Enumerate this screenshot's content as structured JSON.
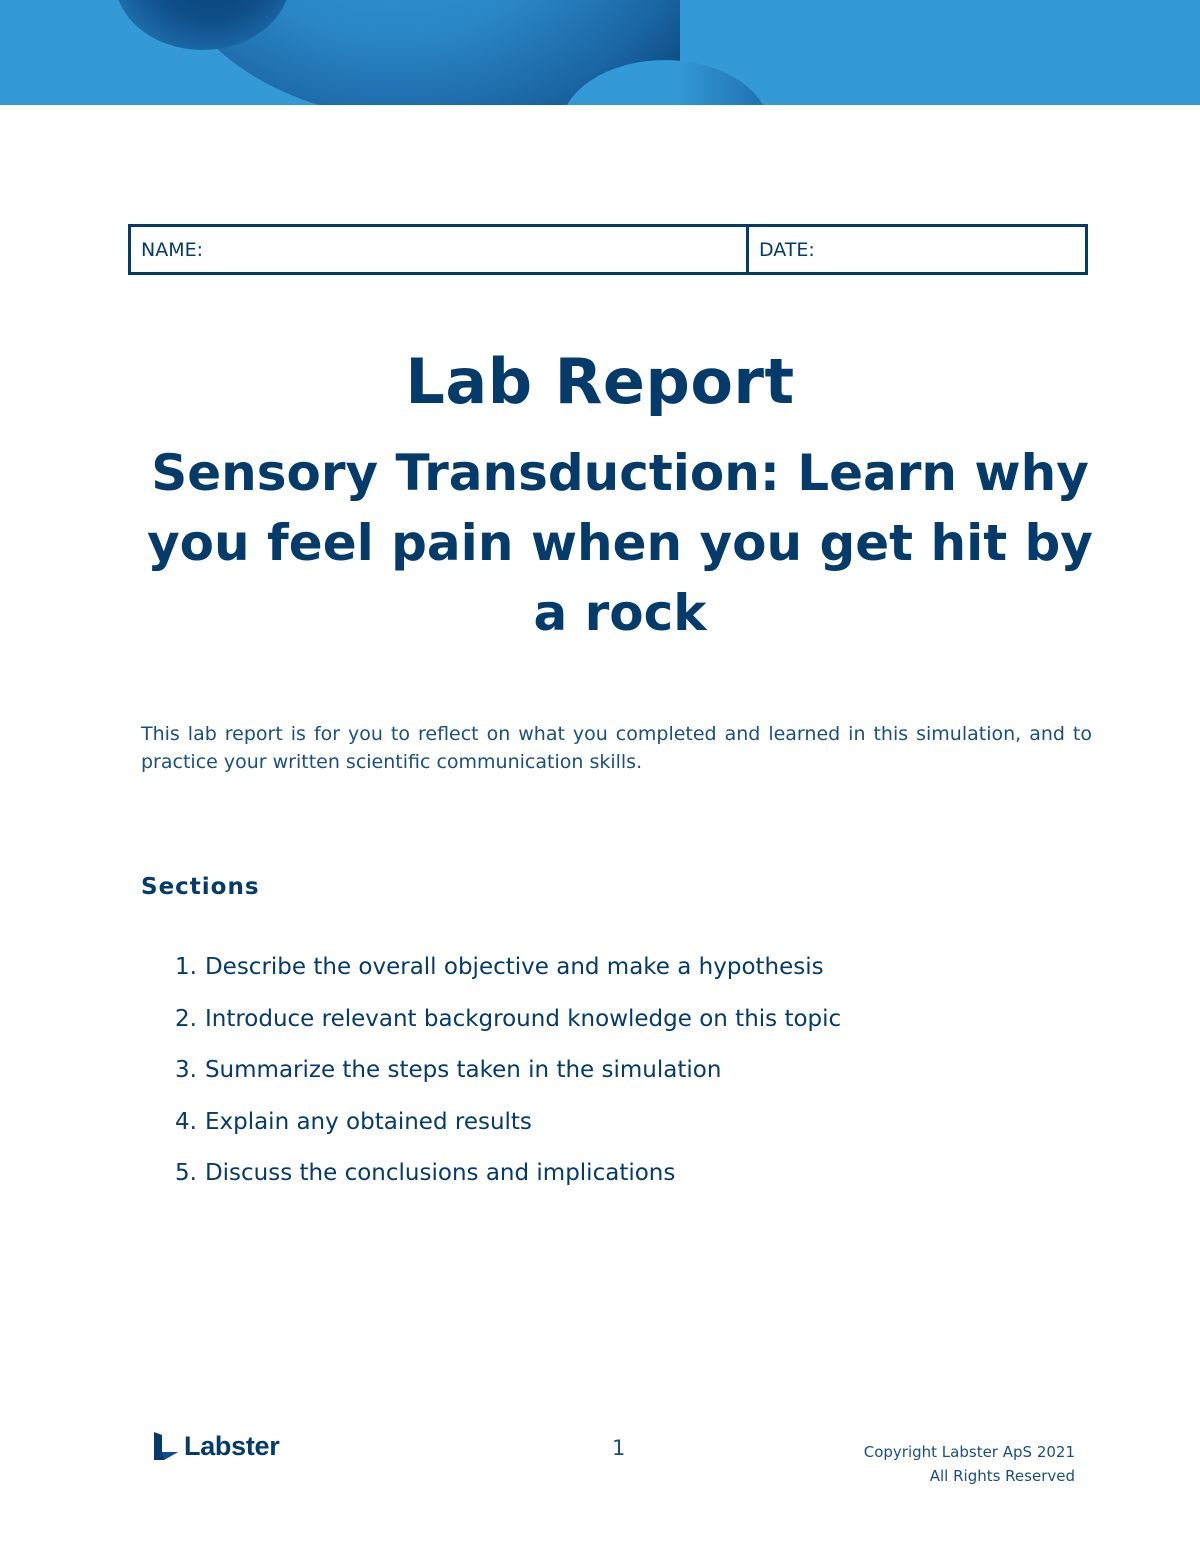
{
  "banner": {
    "colors": {
      "base": "#3399d7",
      "dark": "#053b6b",
      "mid": "#2a86c6"
    }
  },
  "info_box": {
    "name_label": "NAME:",
    "date_label": "DATE:"
  },
  "header": {
    "title": "Lab Report",
    "subtitle": "Sensory Transduction: Learn why you feel pain when you get hit by a rock"
  },
  "intro": "This lab report is for you to reflect on what you completed and learned in this simulation, and to practice your written scientific communication skills.",
  "sections": {
    "heading": "Sections",
    "items": [
      {
        "number": "1.",
        "label": "Describe the overall objective and make a hypothesis"
      },
      {
        "number": "2.",
        "label": "Introduce relevant background knowledge on this topic"
      },
      {
        "number": "3.",
        "label": "Summarize the steps taken in the simulation"
      },
      {
        "number": "4.",
        "label": "Explain any obtained results"
      },
      {
        "number": "5.",
        "label": "Discuss the conclusions and implications"
      }
    ]
  },
  "footer": {
    "logo_text": "Labster",
    "logo_icon": "labster-logo-icon",
    "page_number": "1",
    "copyright_line1": "Copyright Labster ApS 2021",
    "copyright_line2": "All Rights Reserved"
  },
  "colors": {
    "primary": "#053b6b",
    "accent": "#3399d7"
  }
}
